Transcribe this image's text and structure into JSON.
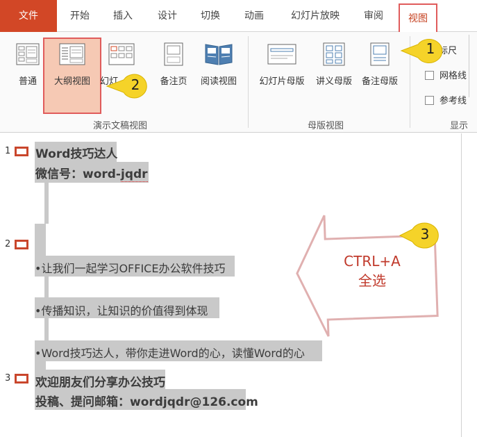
{
  "tabs": {
    "file": "文件",
    "home": "开始",
    "insert": "插入",
    "design": "设计",
    "transitions": "切换",
    "animations": "动画",
    "slideshow": "幻灯片放映",
    "review": "审阅",
    "view": "视图"
  },
  "ribbon": {
    "presentation_views": {
      "normal": "普通",
      "outline": "大纲视图",
      "slide_sorter": "幻灯",
      "notes_page": "备注页",
      "reading_view": "阅读视图",
      "group_label": "演示文稿视图"
    },
    "master_views": {
      "slide_master": "幻灯片母版",
      "handout_master": "讲义母版",
      "notes_master": "备注母版",
      "group_label": "母版视图"
    },
    "show": {
      "ruler": "标尺",
      "gridlines": "网格线",
      "guides": "参考线",
      "group_label": "显示"
    }
  },
  "outline": {
    "slides": [
      {
        "num": "1",
        "title": "Word技巧达人",
        "line2_prefix": "微信号：word-",
        "line2_squiggle": "jqdr"
      },
      {
        "num": "2",
        "bullets": [
          "•让我们一起学习OFFICE办公软件技巧",
          "•传播知识，让知识的价值得到体现",
          "•Word技巧达人，带你走进Word的心，读懂Word的心"
        ]
      },
      {
        "num": "3",
        "title": "欢迎朋友们分享办公技巧",
        "line2": "投稿、提问邮箱：wordjqdr@126.com"
      }
    ]
  },
  "callouts": {
    "c1": "1",
    "c2": "2",
    "c3": "3",
    "arrow_line1": "CTRL+A",
    "arrow_line2": "全选"
  },
  "colors": {
    "accent": "#d24726",
    "highlight_border": "#e05b5b",
    "badge": "#f5d329",
    "selection": "#c9c9c9"
  }
}
